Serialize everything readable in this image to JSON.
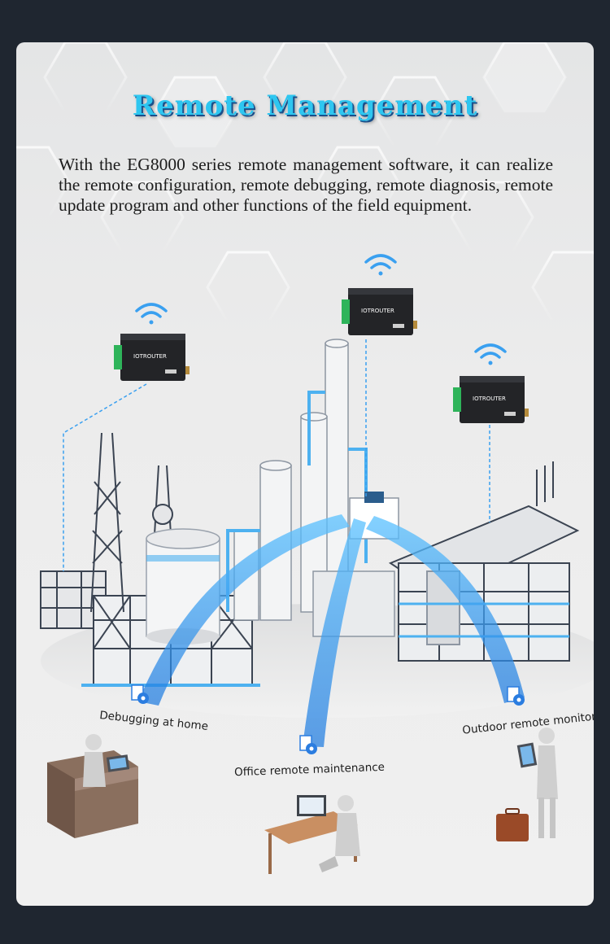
{
  "title": "Remote Management",
  "description": "With the EG8000 series remote management software, it can realize the remote configuration, remote debugging, remote diagnosis, remote update program and other functions of the field equipment.",
  "device_brand": "IOTROUTER",
  "labels": {
    "home": "Debugging at home",
    "office": "Office remote maintenance",
    "outdoor": "Outdoor remote monitoring"
  },
  "colors": {
    "accent": "#2ec6f0",
    "beam": "#3aa0f0",
    "background": "#1f2630"
  },
  "icons": [
    "wifi-icon",
    "settings-gear-icon",
    "router-device-icon"
  ]
}
